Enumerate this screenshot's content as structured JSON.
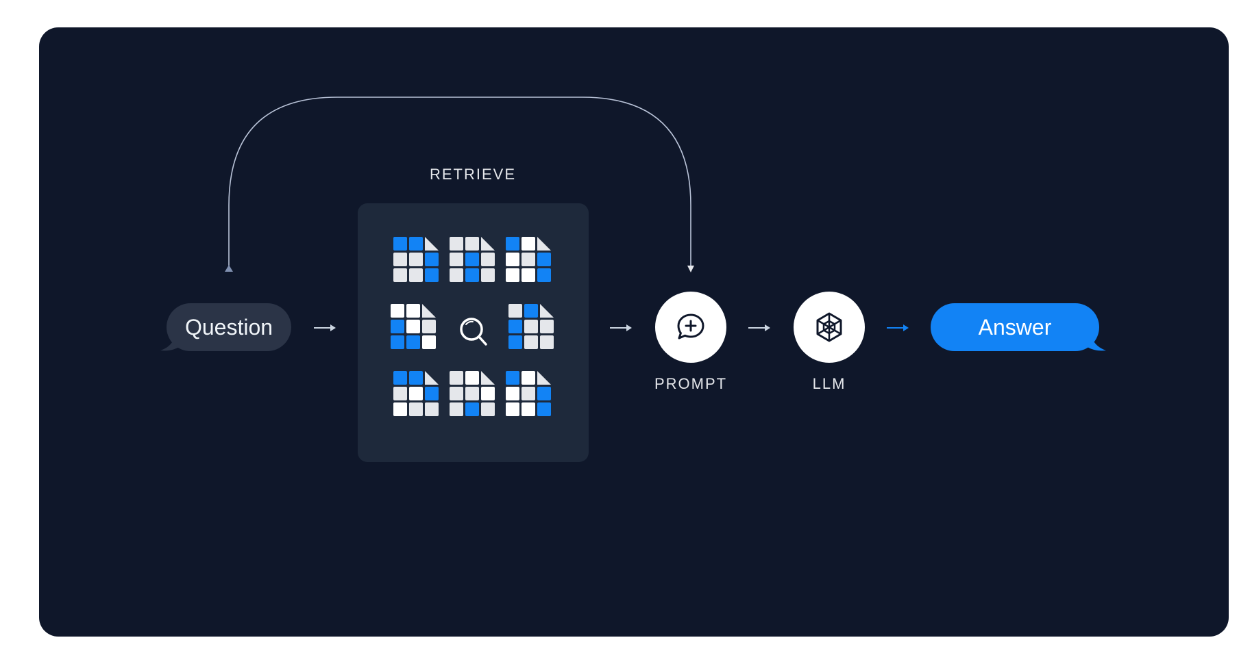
{
  "diagram": {
    "retrieve_label": "RETRIEVE",
    "question_label": "Question",
    "prompt_label": "PROMPT",
    "llm_label": "LLM",
    "answer_label": "Answer"
  },
  "icons": {
    "search": "magnifier-icon",
    "prompt": "chat-plus-icon",
    "llm": "hexagon-cube-icon",
    "document": "table-document-icon"
  },
  "colors": {
    "panel_background": "#0f172a",
    "retrieve_box": "#1e293b",
    "question_bubble": "#2b3447",
    "accent_blue": "#1283f5",
    "cell_light": "#e5e7eb",
    "connector": "#b9c3d8"
  },
  "documents": [
    {
      "cells": [
        "b",
        "b",
        "f",
        "l",
        "l",
        "b",
        "l",
        "l",
        "b"
      ]
    },
    {
      "cells": [
        "l",
        "l",
        "f",
        "l",
        "b",
        "l",
        "l",
        "b",
        "l"
      ]
    },
    {
      "cells": [
        "b",
        "w",
        "f",
        "w",
        "l",
        "b",
        "w",
        "w",
        "b"
      ]
    },
    {
      "cells": [
        "w",
        "w",
        "f",
        "b",
        "w",
        "l",
        "b",
        "b",
        "w"
      ]
    },
    {
      "cells": [
        "l",
        "b",
        "f",
        "b",
        "l",
        "l",
        "b",
        "l",
        "l"
      ]
    },
    {
      "cells": [
        "b",
        "b",
        "f",
        "l",
        "w",
        "b",
        "w",
        "l",
        "l"
      ]
    },
    {
      "cells": [
        "l",
        "w",
        "f",
        "l",
        "l",
        "w",
        "l",
        "b",
        "l"
      ]
    },
    {
      "cells": [
        "b",
        "w",
        "f",
        "w",
        "l",
        "b",
        "w",
        "w",
        "b"
      ]
    }
  ]
}
